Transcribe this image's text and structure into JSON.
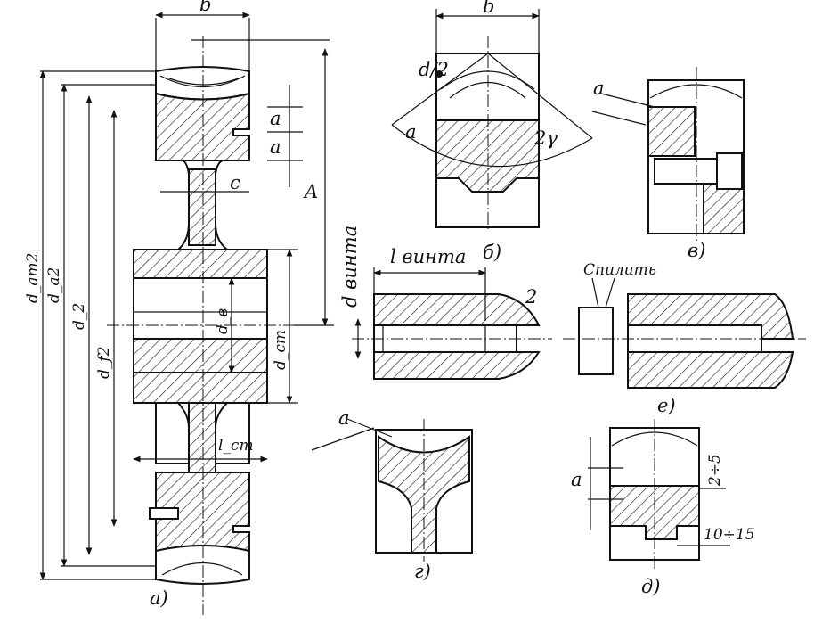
{
  "view_a": {
    "caption": "а)",
    "labels": {
      "b": "b",
      "a1": "a",
      "a2": "a",
      "A": "A",
      "c": "c",
      "d_am2": "d_am2",
      "d_a2": "d_a2",
      "d_2": "d_2",
      "d_f2": "d_f2",
      "d_b": "d_в",
      "d_st": "d_cm",
      "l_st": "l_cm"
    }
  },
  "view_b": {
    "caption": "б)",
    "labels": {
      "b": "b",
      "d_half": "d/2",
      "a": "a",
      "gamma2": "2γ"
    }
  },
  "view_v": {
    "caption": "в)",
    "labels": {
      "a": "a"
    }
  },
  "view_g": {
    "caption": "г)",
    "labels": {
      "a": "a"
    }
  },
  "view_d": {
    "caption": "д)",
    "labels": {
      "a": "a",
      "range1": "2÷5",
      "range2": "10÷15"
    }
  },
  "view_e": {
    "caption": "е)",
    "labels": {
      "saw_off": "Спилить"
    }
  },
  "screw_detail": {
    "l_screw": "l винта",
    "d_screw": "d винта",
    "num_2": "2"
  }
}
